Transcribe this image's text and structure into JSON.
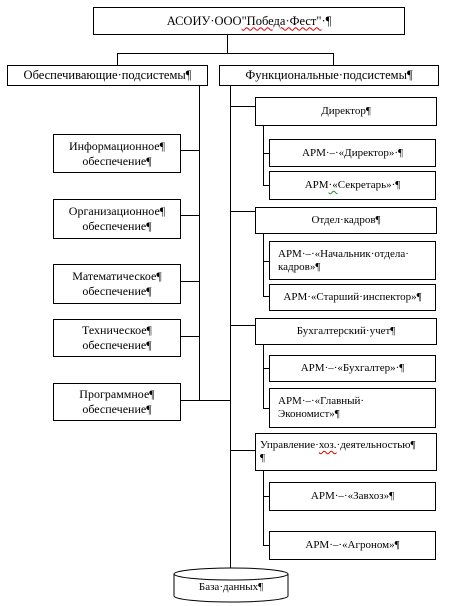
{
  "root": {
    "prefix": "АСОИУ·ООО",
    "mid": "\"Победа·Фест\"",
    "suffix": "·¶"
  },
  "headers": {
    "support": "Обеспечивающие·подсистемы¶",
    "functional": "Функциональные·подсистемы¶"
  },
  "support_items": [
    {
      "line1": "Информационное¶",
      "line2": "обеспечение¶"
    },
    {
      "line1": "Организационное¶",
      "line2": "обеспечение¶"
    },
    {
      "line1": "Математическое¶",
      "line2": "обеспечение¶"
    },
    {
      "line1": "Техническое¶",
      "line2": "обеспечение¶"
    },
    {
      "line1": "Программное¶",
      "line2": "обеспечение¶"
    }
  ],
  "functional": {
    "director": "Директор¶",
    "arm_director": "АРМ·–·«Директор»·¶",
    "arm_secretary_a": "АРМ",
    "arm_secretary_b": "·«",
    "arm_secretary_c": "Секретарь»·¶",
    "hr": "Отдел·кадров¶",
    "arm_hr_head_1": "АРМ·–·«Начальник·отдела·",
    "arm_hr_head_2": "кадров»¶",
    "arm_inspector": "АРМ·«Старший·инспектор»¶",
    "accounting": "Бухгалтерский·учет¶",
    "arm_accountant": "АРМ·–·«Бухгалтер»·¶",
    "arm_chief_1": "АРМ·–·«Главный·",
    "arm_chief_2": "Экономист»¶",
    "mgmt_a": "Управление·",
    "mgmt_b": "хоз.",
    "mgmt_c": "·деятельностью¶",
    "mgmt_d": "¶",
    "arm_zavhoz": "АРМ·–·«Завхоз»¶",
    "arm_agronom": "АРМ·–·«Агроном»¶"
  },
  "database": "База·данных¶"
}
